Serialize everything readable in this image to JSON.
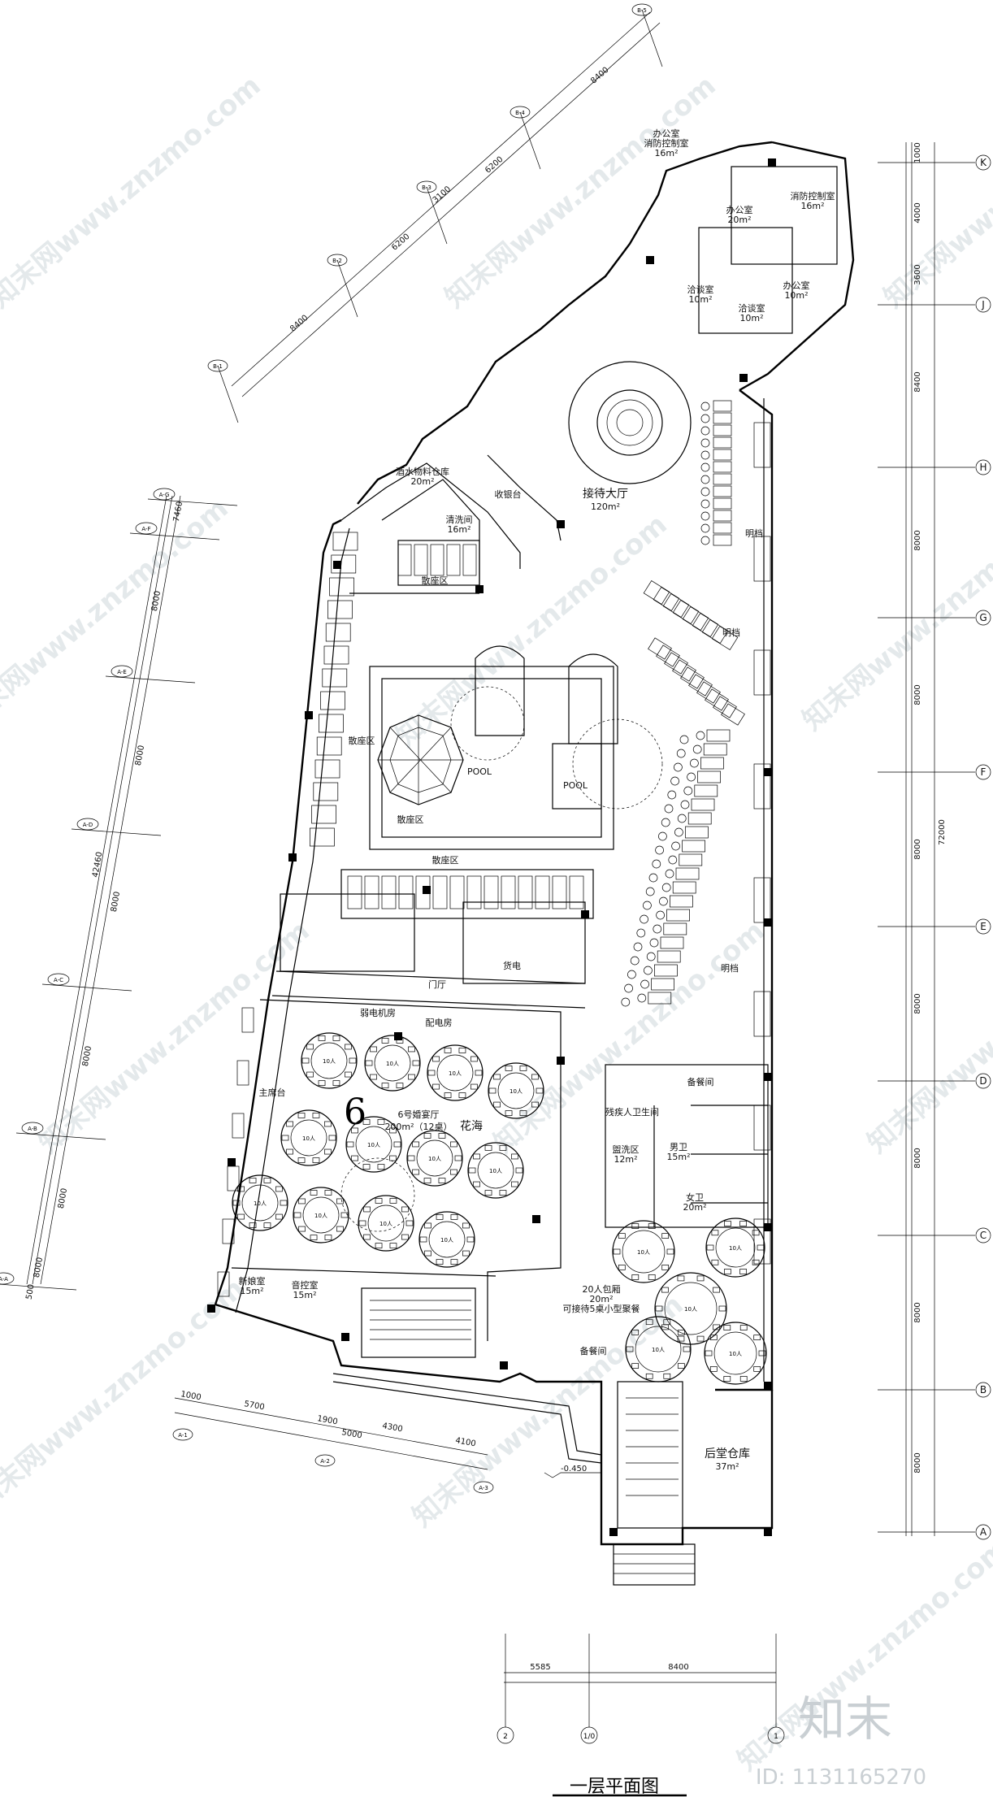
{
  "drawing": {
    "title": "一层平面图",
    "elevation": "-0.450",
    "big_number": "6"
  },
  "rooms": {
    "office_fire": "办公室",
    "office_fire_sub": "消防控制室",
    "office_fire_area": "16m²",
    "fire_control": "消防控制室",
    "fire_control_area": "16m²",
    "office_20": "办公室",
    "office_20_area": "20m²",
    "office_10": "办公室",
    "office_10_area": "10m²",
    "meeting_1": "洽谈室",
    "meeting_1_area": "10m²",
    "meeting_2": "洽谈室",
    "meeting_2_area": "10m²",
    "reception_hall": "接待大厅",
    "reception_hall_area": "120m²",
    "cashier": "收银台",
    "wine_store": "酒水物料仓库",
    "wine_store_area": "20m²",
    "washroom": "清洗间",
    "washroom_area": "16m²",
    "loose_seat_top": "散座区",
    "loose_seat_left": "散座区",
    "loose_seat_bottom": "散座区",
    "loose_seat_mid": "散座区",
    "booth_1": "明档",
    "booth_2": "明档",
    "booth_3": "明档",
    "pool_1": "POOL",
    "pool_2": "POOL",
    "elevator": "货电",
    "hall_gate": "门厅",
    "power_room": "弱电机房",
    "dist_room": "配电房",
    "main_table": "主席台",
    "banquet": "6号婚宴厅",
    "banquet_area": "200m²（12桌）",
    "flower_sea": "花海",
    "prep_room": "备餐间",
    "private_room": "20人包厢",
    "private_room_area": "20m²",
    "private_room_note": "可接待5桌小型聚餐",
    "warehouse": "后堂仓库",
    "warehouse_area": "37m²",
    "bride_room": "新娘室",
    "bride_area": "15m²",
    "stage_room": "音控室",
    "stage_area": "15m²",
    "male_wc": "男卫",
    "female_wc": "女卫",
    "disabled": "残疾人卫生间",
    "wash_area": "盥洗区",
    "wash_area_size": "12m²",
    "wc_area": "15m²",
    "wc_area2": "20m²",
    "table_label": "10人"
  },
  "right_axis": {
    "labels": [
      "K",
      "J",
      "H",
      "G",
      "F",
      "E",
      "D",
      "C",
      "B",
      "A"
    ],
    "dims": [
      "1000",
      "4000",
      "3600",
      "8400",
      "8000",
      "8000",
      "8000",
      "8000",
      "8000",
      "8000",
      "8000",
      "8000"
    ],
    "total": "72000"
  },
  "left_axis": {
    "labels": [
      "A-G",
      "A-F",
      "A-E",
      "A-D",
      "A-C",
      "A-B",
      "A-A"
    ],
    "dims": [
      "7460",
      "8000",
      "8000",
      "8000",
      "8000",
      "8000",
      "8000",
      "500"
    ],
    "total": "42460"
  },
  "top_axis": {
    "labels": [
      "B-5",
      "B-4",
      "B-3",
      "B-2",
      "B-1"
    ],
    "dims": [
      "8400",
      "6200",
      "6200",
      "8400"
    ],
    "sub_dim": "3100"
  },
  "bottom_left_axis": {
    "labels": [
      "A-1",
      "A-2",
      "A-3"
    ],
    "dims": [
      "1000",
      "5700",
      "1900",
      "5000",
      "4300",
      "4100"
    ]
  },
  "bottom_axis": {
    "labels": [
      "2",
      "1/0",
      "1"
    ],
    "dims": [
      "5585",
      "8400"
    ]
  },
  "watermark": {
    "text": "知末网www.znzmo.com",
    "brand": "知末",
    "id": "ID: 1131165270"
  }
}
